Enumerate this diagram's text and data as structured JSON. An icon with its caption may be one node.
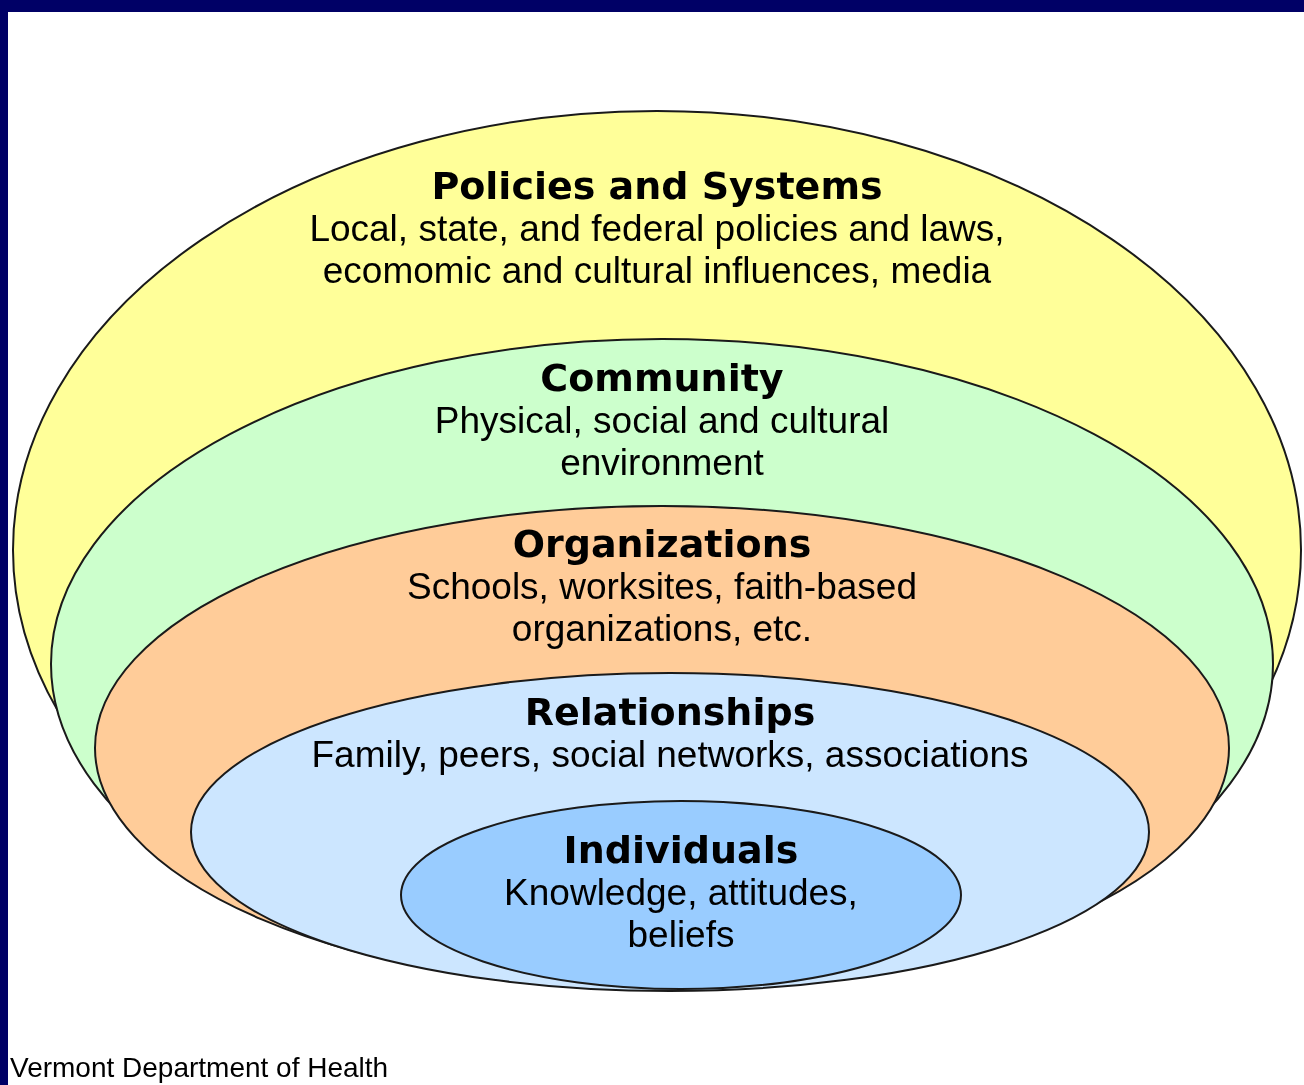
{
  "diagram": {
    "nodes": [
      {
        "text": [
          "Policies and Systems",
          "Local, state, and federal policies and laws, ecomomic and cultural influences, media"
        ]
      },
      {
        "text": [
          "Community",
          "Physical, social and cultural environment"
        ],
        "in": 0
      },
      {
        "text": [
          "Organizations",
          "Schools, worksites, faith-based organizations, etc."
        ],
        "in": 1
      },
      {
        "text": [
          "Relationships",
          "Family, peers, social networks, associations"
        ],
        "in": 2
      },
      {
        "text": [
          "Individuals",
          "Knowledge, attitudes, beliefs"
        ],
        "in": 3
      }
    ],
    "labels": [
      "Vermont Department of Health"
    ]
  }
}
